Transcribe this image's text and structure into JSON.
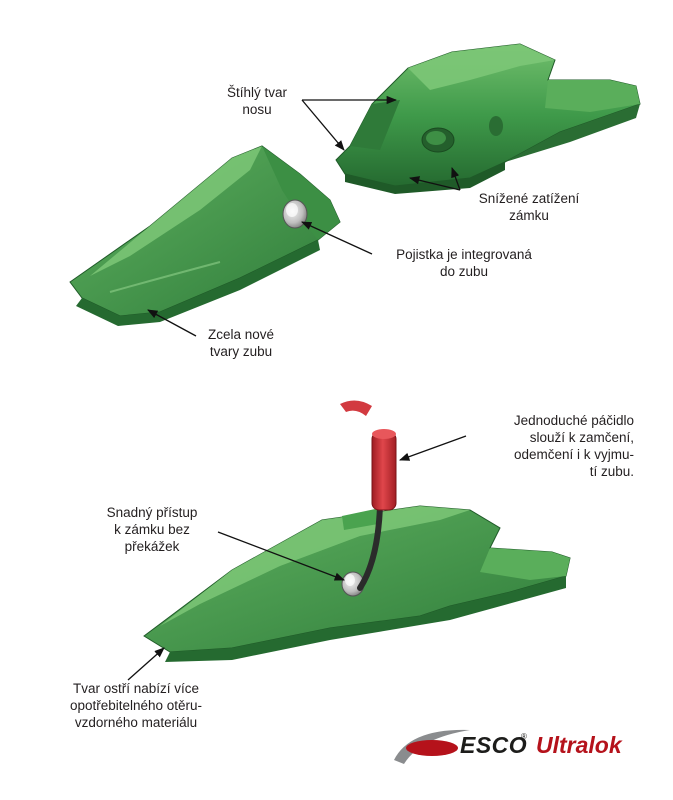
{
  "labels": {
    "nose_shape": [
      "Štíhlý tvar",
      "nosu"
    ],
    "lock_load": [
      "Snížené zatížení",
      "zámku"
    ],
    "integrated_lock": [
      "Pojistka je integrovaná",
      "do zubu"
    ],
    "tooth_shape": [
      "Zcela nové",
      "tvary zubu"
    ],
    "lever": [
      "Jednoduché páčidlo",
      "slouží k zamčení,",
      "odemčení i k vyjmu-",
      "tí zubu."
    ],
    "access": [
      "Snadný přístup",
      "k zámku bez",
      "překážek"
    ],
    "edge": [
      "Tvar ostří nabízí více",
      "opotřebitelného otěru-",
      "vzdorného materiálu"
    ]
  },
  "brand": {
    "company": "ESCO",
    "registered": "®",
    "product": "Ultralok"
  },
  "colors": {
    "tooth_green": "#3f9a4a",
    "tooth_dark": "#2c7236",
    "tooth_light": "#6dbb6a",
    "tool_red": "#c8282e",
    "brand_red": "#b5121b",
    "brand_gray": "#8a8c8e"
  }
}
